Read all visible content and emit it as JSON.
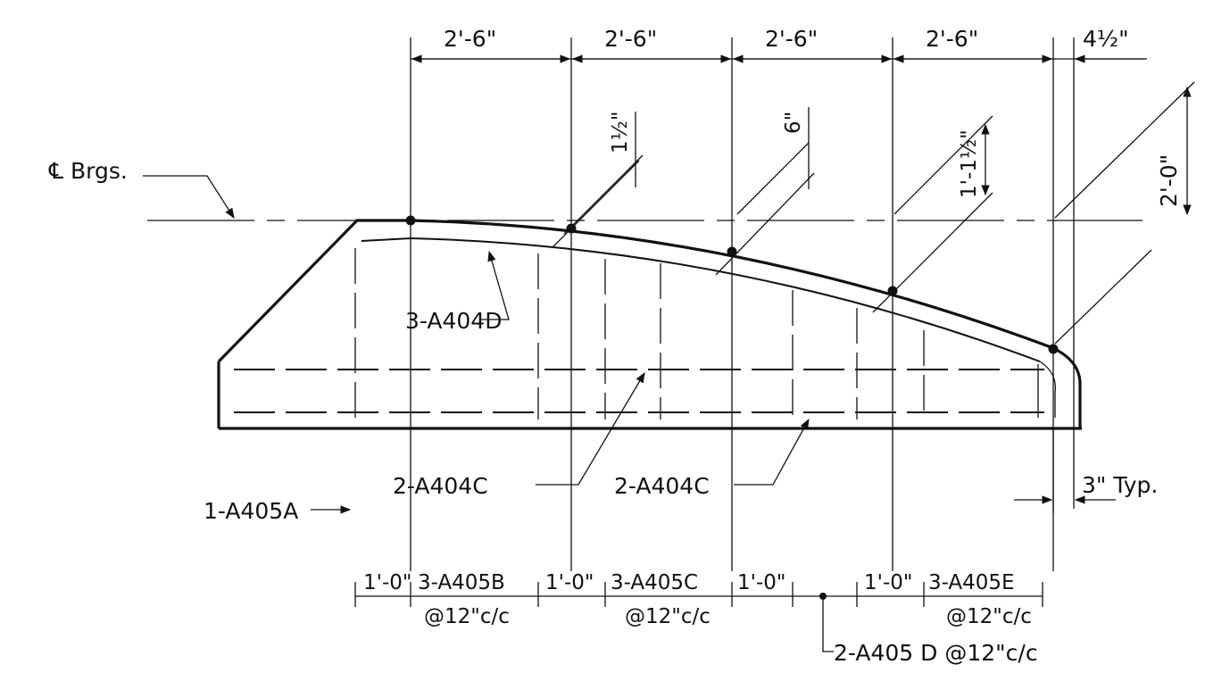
{
  "top_dims": [
    "2'-6\"",
    "2'-6\"",
    "2'-6\"",
    "2'-6\"",
    "4½\""
  ],
  "rise_dims": [
    "1½\"",
    "6\"",
    "1'-1½\"",
    "2'-0\""
  ],
  "centerline_label": "℄ Brgs.",
  "bar_labels": {
    "top_bars": "3-A404D",
    "bottom_bars_left": "2-A404C",
    "bottom_bars_right": "2-A404C",
    "end_stirrup": "1-A405A",
    "cover": "3\" Typ."
  },
  "bottom_dims": [
    "1'-0\"",
    "3-A405B",
    "1'-0\"",
    "3-A405C",
    "1'-0\"",
    "1'-0\"",
    "3-A405E"
  ],
  "spacing_notes": [
    "@12\"c/c",
    "@12\"c/c",
    "@12\"c/c"
  ],
  "group_d_label": "2-A405 D @12\"c/c"
}
